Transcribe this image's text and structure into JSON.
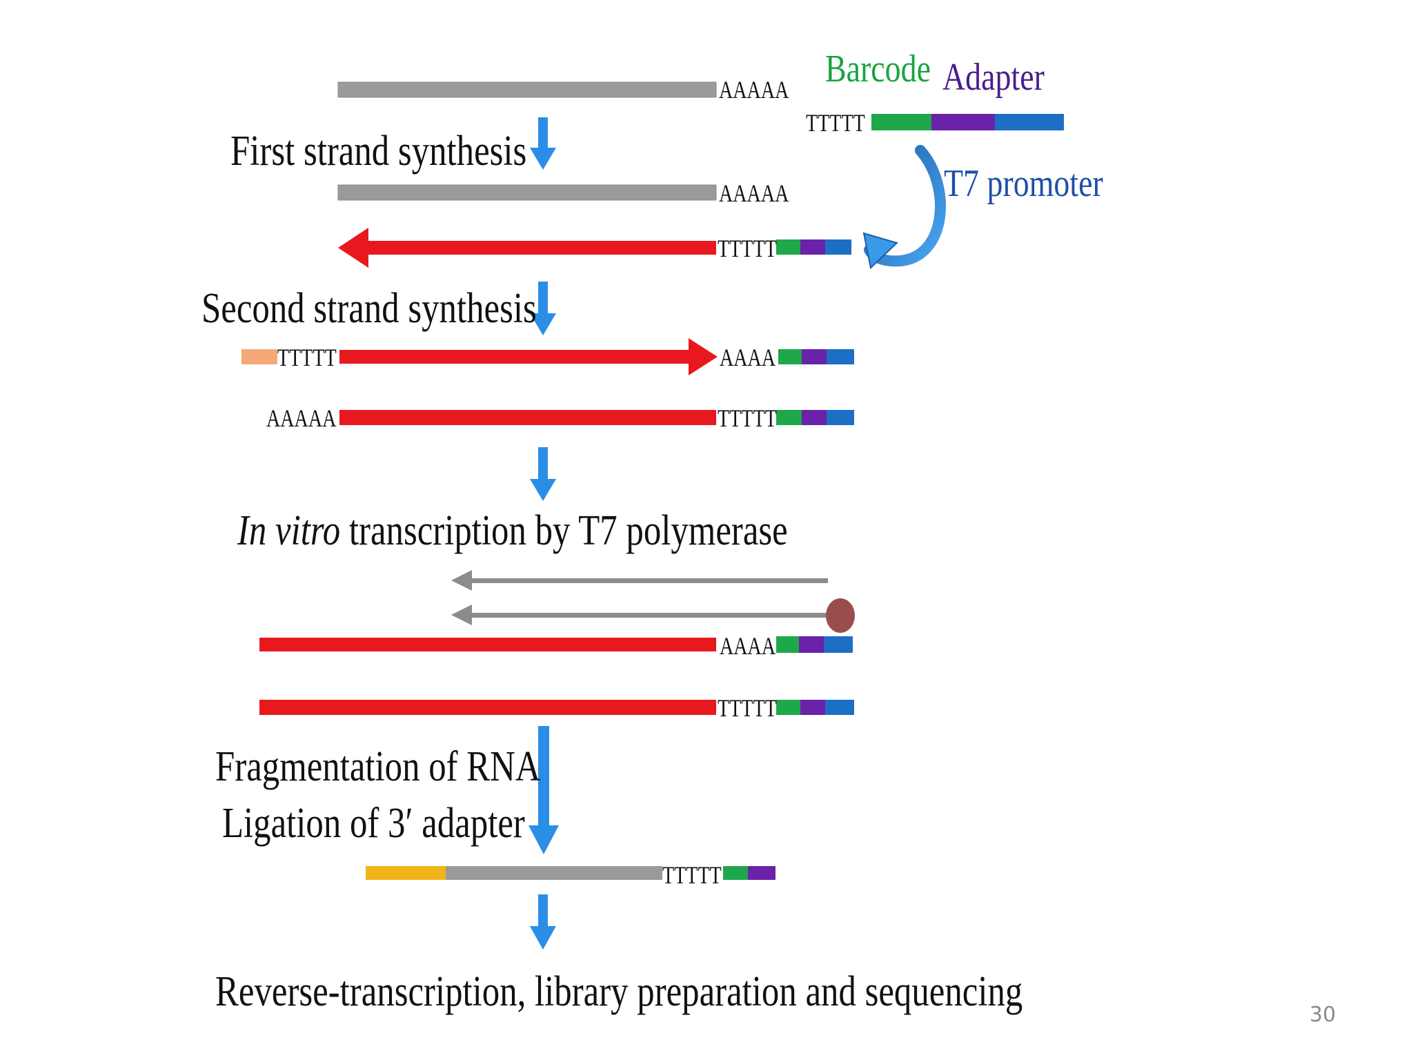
{
  "header": {
    "barcode_label": "Barcode",
    "adapter_label": "Adapter",
    "t7_label": "T7 promoter"
  },
  "steps": {
    "first_strand": "First strand synthesis",
    "second_strand": "Second strand synthesis",
    "ivt_italic": "In vitro",
    "ivt_rest": " transcription by T7 polymerase",
    "fragmentation": "Fragmentation of RNA",
    "ligation": "Ligation of 3′ adapter",
    "final": "Reverse-transcription, library preparation and sequencing"
  },
  "sequences": {
    "polyA": "AAAAA",
    "polyA_short": "AAAA",
    "polyT": "TTTTT"
  },
  "colors": {
    "mrna_gray": "#9a9a9a",
    "cdna_red": "#e8191e",
    "barcode_green": "#1ea84a",
    "adapter_purple": "#6a22a8",
    "t7_blue": "#1c6fc4",
    "step_arrow_blue": "#2b8ee6",
    "orange_tag": "#f4a878",
    "yellow_adapter": "#f2b418",
    "polymerase": "#9a4e4c",
    "barcode_text": "#1aa341",
    "adapter_text": "#4a1d8f",
    "t7_text": "#1f4fa8"
  },
  "page": {
    "number": "30"
  }
}
